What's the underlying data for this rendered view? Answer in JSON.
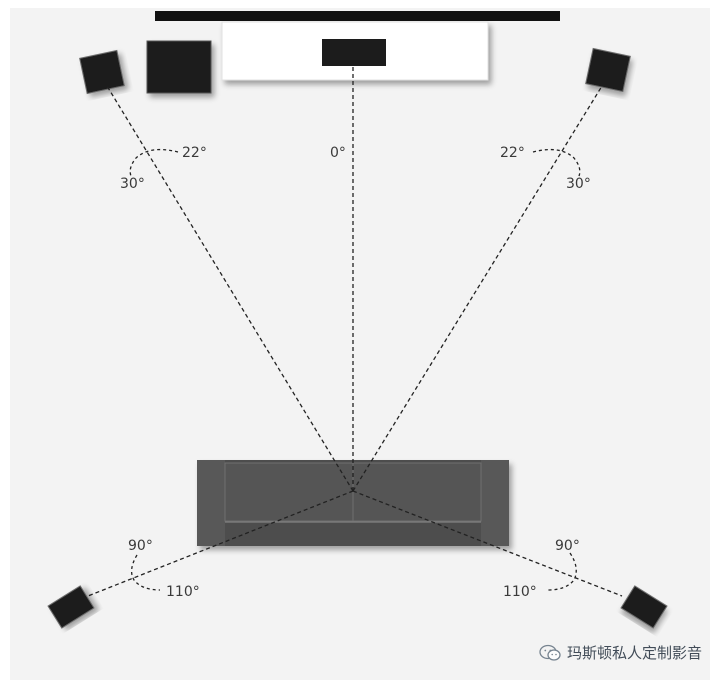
{
  "diagram": {
    "labels": {
      "center_angle": "0°",
      "front_left_inner": "22°",
      "front_left_outer": "30°",
      "front_right_inner": "22°",
      "front_right_outer": "30°",
      "surround_left_top": "90°",
      "surround_left_bottom": "110°",
      "surround_right_top": "90°",
      "surround_right_bottom": "110°"
    },
    "colors": {
      "room": "#f2f2f2",
      "speaker": "#1f1f1f",
      "sofa": "#555555",
      "screen": "#111111",
      "console": "#ffffff",
      "line": "#222222"
    }
  },
  "watermark": {
    "text": "玛斯顿私人定制影音",
    "icon": "wechat-icon"
  }
}
